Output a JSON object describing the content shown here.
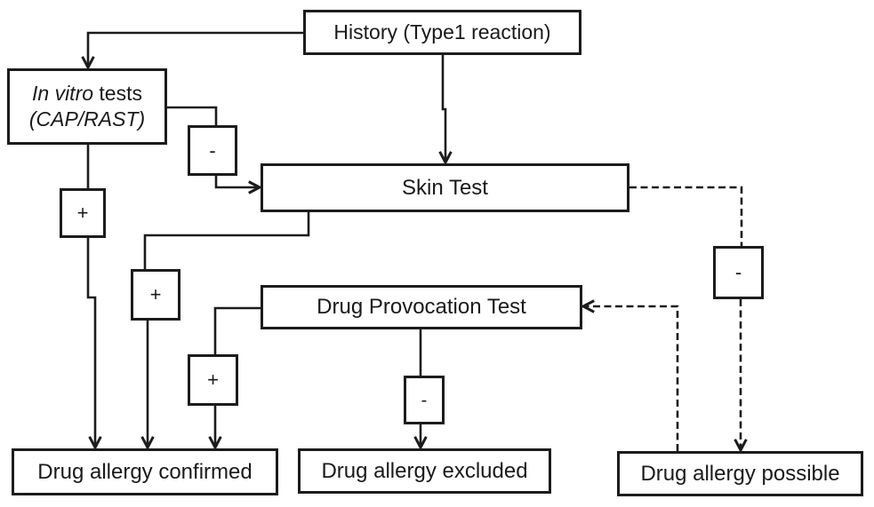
{
  "diagram": {
    "nodes": {
      "history": {
        "label": "History (Type1 reaction)"
      },
      "invitro": {
        "line1_italic": "In vitro",
        "line1_regular": " tests",
        "line2": "(CAP/RAST)"
      },
      "skin_test": {
        "label": "Skin Test"
      },
      "provocation_test": {
        "label": "Drug Provocation Test"
      },
      "confirmed": {
        "label": "Drug allergy confirmed"
      },
      "excluded": {
        "label": "Drug allergy excluded"
      },
      "possible": {
        "label": "Drug allergy possible"
      }
    },
    "badges": {
      "invitro_positive": "+",
      "invitro_negative": "-",
      "skin_positive": "+",
      "skin_negative": "-",
      "provocation_positive": "+",
      "provocation_negative": "-"
    },
    "edges": [
      {
        "from": "history",
        "to": "invitro",
        "style": "solid",
        "arrow": true
      },
      {
        "from": "history",
        "to": "skin_test",
        "style": "solid",
        "arrow": true
      },
      {
        "from": "invitro",
        "to": "invitro_negative_badge",
        "style": "solid",
        "arrow": false
      },
      {
        "from": "invitro_negative_badge",
        "to": "skin_test",
        "style": "solid",
        "arrow": true
      },
      {
        "from": "invitro",
        "to": "invitro_positive_badge",
        "style": "solid",
        "arrow": false
      },
      {
        "from": "invitro_positive_badge",
        "to": "confirmed",
        "style": "solid",
        "arrow": true
      },
      {
        "from": "skin_test",
        "to": "skin_positive_badge",
        "style": "solid",
        "arrow": false
      },
      {
        "from": "skin_positive_badge",
        "to": "confirmed",
        "style": "solid",
        "arrow": true
      },
      {
        "from": "provocation_test",
        "to": "provocation_positive_badge",
        "style": "solid",
        "arrow": false
      },
      {
        "from": "provocation_positive_badge",
        "to": "confirmed",
        "style": "solid",
        "arrow": true
      },
      {
        "from": "provocation_test",
        "to": "provocation_negative_badge",
        "style": "solid",
        "arrow": false
      },
      {
        "from": "provocation_negative_badge",
        "to": "excluded",
        "style": "solid",
        "arrow": true
      },
      {
        "from": "skin_test",
        "to": "skin_negative_badge",
        "style": "dashed",
        "arrow": false
      },
      {
        "from": "skin_negative_badge",
        "to": "possible",
        "style": "dashed",
        "arrow": true
      },
      {
        "from": "possible",
        "to": "provocation_test",
        "style": "dashed",
        "arrow": true
      }
    ],
    "colors": {
      "line": "#1c1c1c",
      "background": "#ffffff"
    }
  }
}
